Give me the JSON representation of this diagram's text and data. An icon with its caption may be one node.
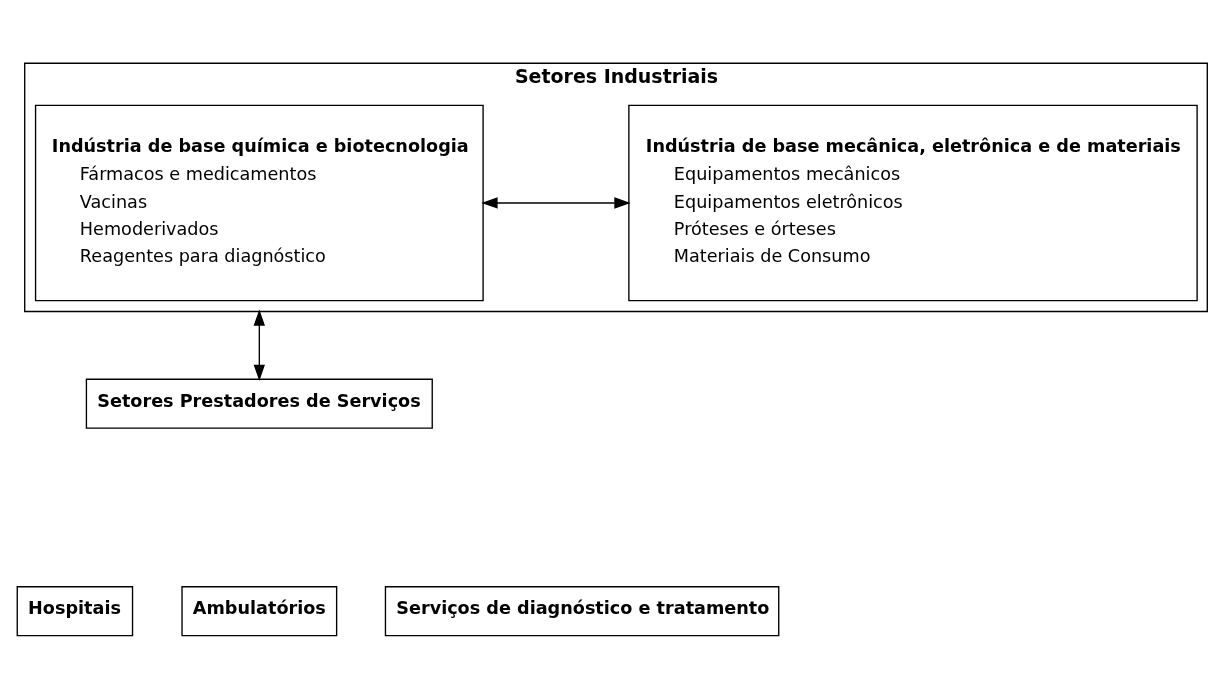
{
  "diagram": {
    "nodes": [
      {
        "text": [
          "Setores Industriais"
        ]
      },
      {
        "text": [
          "Indústria de base química e biotecnologia",
          "Fármacos e medicamentos",
          "Vacinas",
          "Hemoderivados",
          "Reagentes para diagnóstico"
        ],
        "in": 0
      },
      {
        "text": [
          "Indústria de base mecânica, eletrônica e de materiais",
          "Equipamentos mecânicos",
          "Equipamentos eletrônicos",
          "Próteses e órteses",
          "Materiais de Consumo"
        ],
        "in": 0
      },
      {
        "text": [
          "Setores Prestadores de Serviços"
        ]
      },
      {
        "text": [
          "Hospitais"
        ]
      },
      {
        "text": [
          "Ambulatórios"
        ]
      },
      {
        "text": [
          "Serviços de diagnóstico e tratamento"
        ]
      }
    ],
    "edges": [
      {
        "from": 1,
        "to": 2,
        "arrow": "both"
      },
      {
        "from": 0,
        "to": 3,
        "arrow": "both"
      }
    ]
  }
}
